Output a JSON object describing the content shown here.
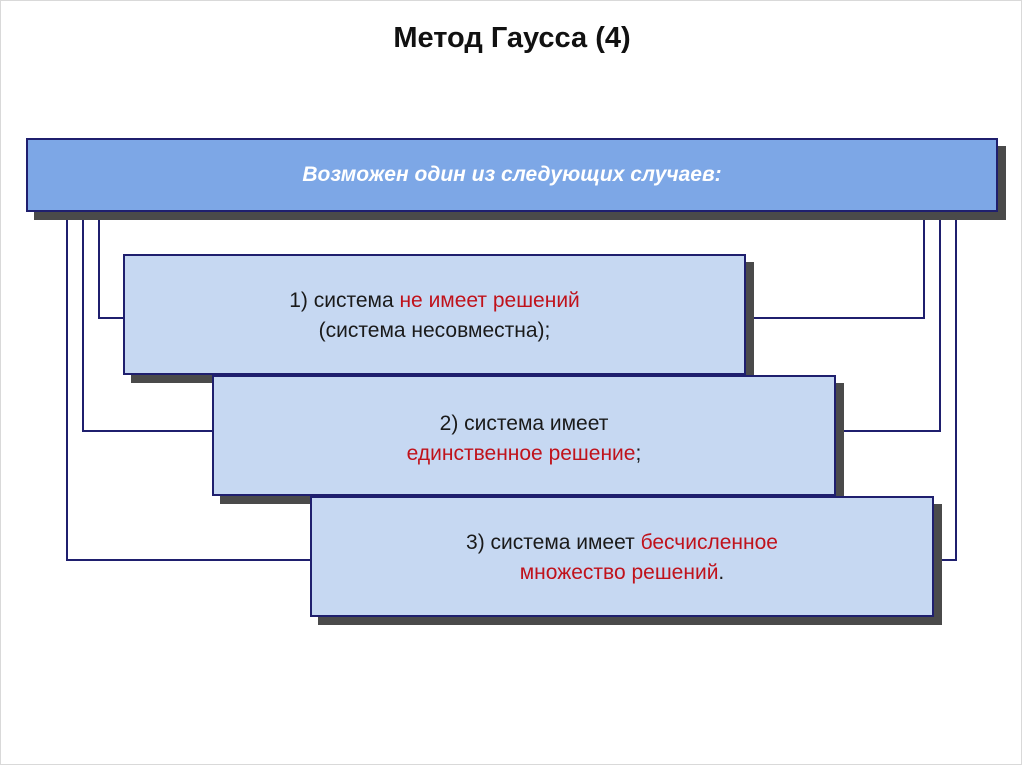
{
  "title": "Метод Гаусса (4)",
  "header": {
    "text": "Возможен один из следующих случаев:"
  },
  "cases": [
    {
      "line1": {
        "prefix": "1) система ",
        "highlight": "не имеет решений",
        "suffix": ""
      },
      "line2": {
        "prefix": "(система несовместна);",
        "highlight": "",
        "suffix": ""
      }
    },
    {
      "line1": {
        "prefix": "2) система имеет",
        "highlight": "",
        "suffix": ""
      },
      "line2": {
        "prefix": "",
        "highlight": "единственное решение",
        "suffix": ";"
      }
    },
    {
      "line1": {
        "prefix": "3) система имеет ",
        "highlight": "бесчисленное",
        "suffix": ""
      },
      "line2": {
        "prefix": "",
        "highlight": "множество решений",
        "suffix": "."
      }
    }
  ],
  "colors": {
    "header_fill": "#7da7e6",
    "case_fill": "#c6d8f2",
    "border": "#1f1f6e",
    "highlight": "#c0121b",
    "connector": "#1f1f6e"
  }
}
